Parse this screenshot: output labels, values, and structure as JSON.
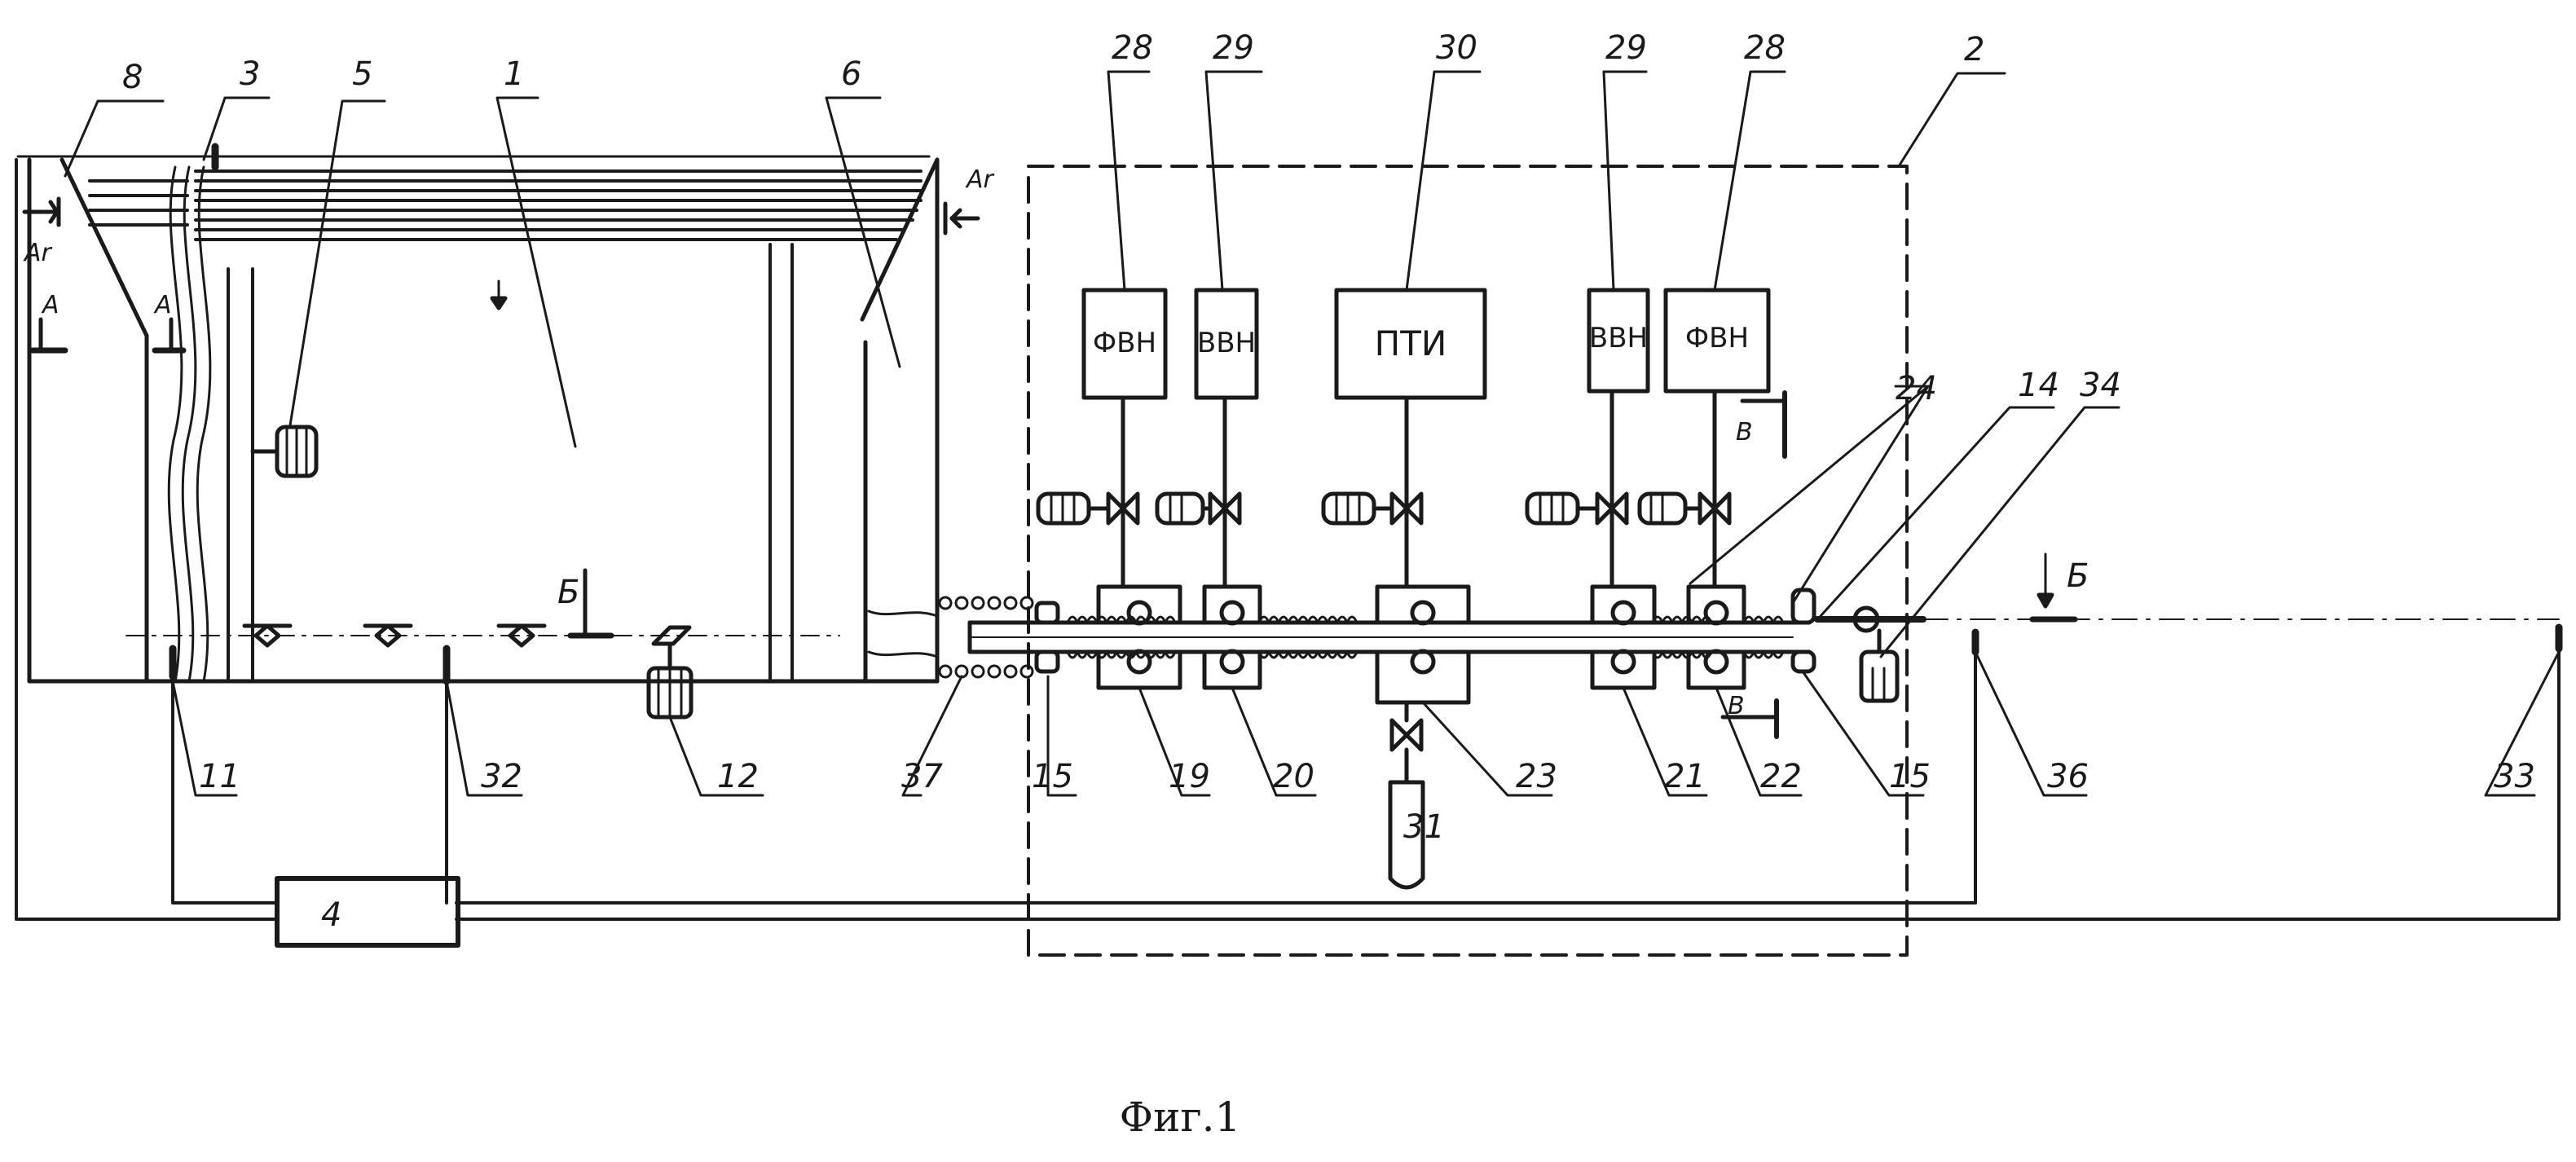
{
  "figure": {
    "caption": "Фиг.1",
    "blocks": {
      "fvn_left": "ФВН",
      "vvn_left": "ВВН",
      "pti": "ПТИ",
      "vvn_right": "ВВН",
      "fvn_right": "ФВН"
    },
    "gas_inlets": {
      "left": "Ar",
      "right": "Ar"
    },
    "section_marks": {
      "a_left": "А",
      "a_right": "А",
      "b_left": "Б",
      "b_right": "Б",
      "v_top": "В",
      "v_bottom": "В"
    },
    "callouts": {
      "n1": "1",
      "n2": "2",
      "n3": "3",
      "n4": "4",
      "n5": "5",
      "n6": "6",
      "n8": "8",
      "n11": "11",
      "n12": "12",
      "n14": "14",
      "n15a": "15",
      "n15b": "15",
      "n19": "19",
      "n20": "20",
      "n21": "21",
      "n22": "22",
      "n23": "23",
      "n24": "24",
      "n28a": "28",
      "n28b": "28",
      "n29a": "29",
      "n29b": "29",
      "n30": "30",
      "n31": "31",
      "n32": "32",
      "n33": "33",
      "n34": "34",
      "n36": "36",
      "n37": "37"
    }
  }
}
